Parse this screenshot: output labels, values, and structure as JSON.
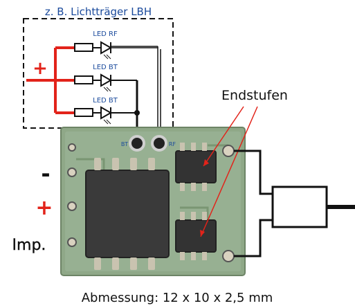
{
  "header": {
    "text": "z. B. Lichtträger LBH"
  },
  "leds": {
    "rf": "LED RF",
    "bt1": "LED BT",
    "bt2": "LED BT"
  },
  "pads": {
    "bt": "BT",
    "rf": "RF"
  },
  "left_labels": {
    "minus": "-",
    "plus": "+",
    "imp": "Imp."
  },
  "plus_symbol": "+",
  "endstufen": "Endstufen",
  "caption": "Abmessung: 12 x 10 x 2,5 mm",
  "colors": {
    "supply_red": "#e2231a",
    "label_blue": "#1a4a9c",
    "board_green": "#8fa888"
  }
}
